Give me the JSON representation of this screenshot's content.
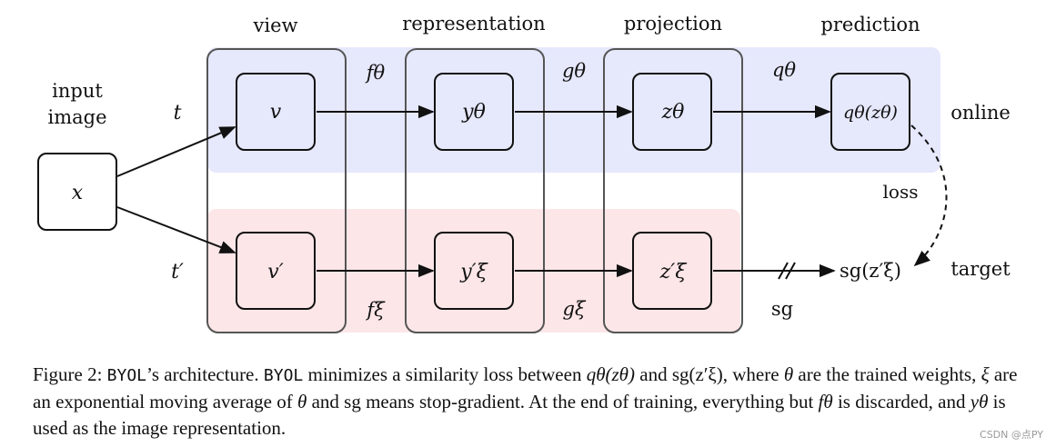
{
  "columns": {
    "view": "view",
    "representation": "representation",
    "projection": "projection",
    "prediction": "prediction"
  },
  "input_label": [
    "input",
    "image"
  ],
  "nodes": {
    "x": "x",
    "v": "v",
    "v_prime": "v′",
    "y_theta": "yθ",
    "y_xi": "y′ξ",
    "z_theta": "zθ",
    "z_xi": "z′ξ",
    "q_theta_z": "qθ(zθ)",
    "sg_z": "sg(z′ξ)"
  },
  "edge_labels": {
    "t": "t",
    "t_prime": "t′",
    "f_theta": "fθ",
    "f_xi": "fξ",
    "g_theta": "gθ",
    "g_xi": "gξ",
    "q_theta": "qθ",
    "sg": "sg",
    "loss": "loss"
  },
  "branches": {
    "online": "online",
    "target": "target"
  },
  "colors": {
    "online_band": "#e6e8fc",
    "target_band": "#fce6e8",
    "column_border": "#555555"
  },
  "caption": {
    "prefix": "Figure 2: ",
    "byol_1": "BYOL",
    "part_1": "’s architecture. ",
    "byol_2": "BYOL",
    "part_2": " minimizes a similarity loss between ",
    "expr_q": "qθ(zθ)",
    "part_3": " and ",
    "expr_sg": "sg(z′ξ)",
    "part_4": ", where ",
    "theta_1": "θ",
    "part_5": " are the trained weights, ",
    "xi": "ξ",
    "part_6": " are an exponential moving average of ",
    "theta_2": "θ",
    "part_7": " and ",
    "sg": "sg",
    "part_8": " means stop-gradient. At the end of training, everything but ",
    "f_theta": "fθ",
    "part_9": " is discarded, and ",
    "y_theta": "yθ",
    "part_10": " is used as the image representation."
  },
  "watermark": "CSDN @点PY"
}
